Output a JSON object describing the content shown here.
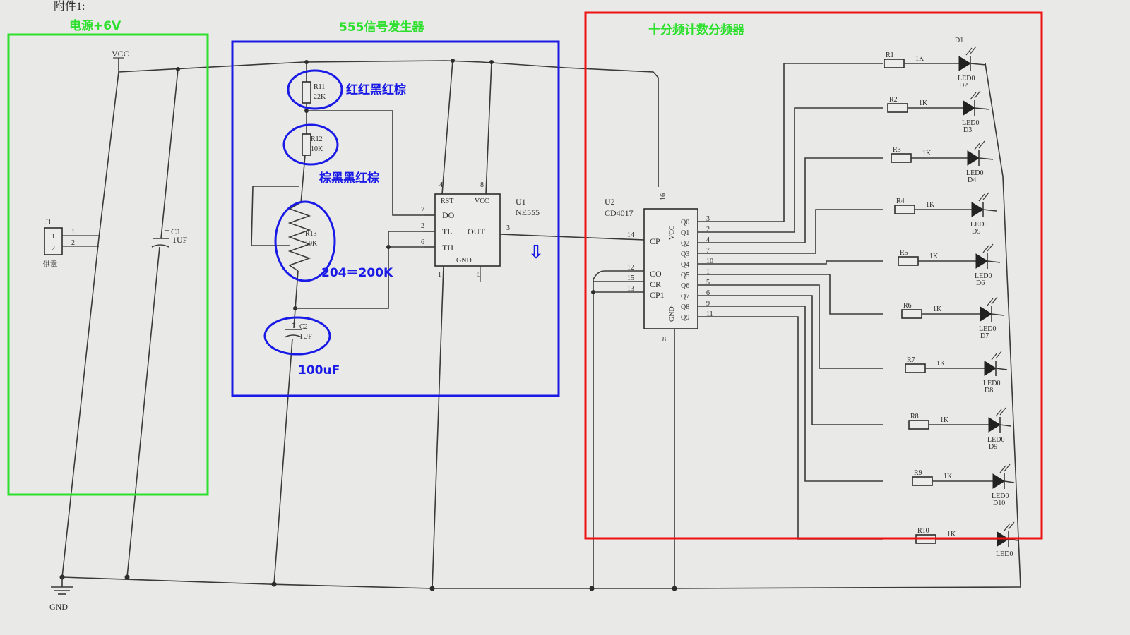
{
  "header": {
    "attachment": "附件1:"
  },
  "annotations": {
    "power": "电源+6V",
    "signal_generator": "555信号发生器",
    "divider": "十分频计数分频器",
    "r11_colors": "红红黑红棕",
    "r12_colors": "棕黑黑红棕",
    "r13_value": "204＝200K",
    "c2_value": "100uF",
    "arrow": "⇩"
  },
  "power": {
    "vcc": "VCC",
    "gnd": "GND",
    "j1_ref": "J1",
    "j1_name": "供電",
    "j1_pin1": "1",
    "j1_pin2": "2",
    "c1_ref": "C1",
    "c1_value": "1UF",
    "c1_plus": "+"
  },
  "timer": {
    "r11_ref": "R11",
    "r11_value": "22K",
    "r12_ref": "R12",
    "r12_value": "10K",
    "r13_ref": "R13",
    "r13_value": "50K",
    "c2_ref": "C2",
    "c2_value": "1UF",
    "c2_plus": "+",
    "u1_ref": "U1",
    "u1_part": "NE555",
    "pins": {
      "rst": "RST",
      "vcc": "VCC",
      "dis": "DO",
      "tr": "TL",
      "th": "TH",
      "out": "OUT",
      "gnd": "GND"
    },
    "pin_numbers": {
      "p4": "4",
      "p8": "8",
      "p7": "7",
      "p2": "2",
      "p6": "6",
      "p3": "3",
      "p1": "1",
      "p5": "5"
    }
  },
  "counter": {
    "u2_ref": "U2",
    "u2_part": "CD4017",
    "vcc": "VCC",
    "gnd": "GND",
    "cp": "CP",
    "co": "CO",
    "cr": "CR",
    "cp1": "CP1",
    "cp_pin": "14",
    "co_pin": "12",
    "cr_pin": "15",
    "cp1_pin": "13",
    "vcc_pin": "16",
    "gnd_pin": "8",
    "outputs": [
      {
        "q": "Q0",
        "pin": "3"
      },
      {
        "q": "Q1",
        "pin": "2"
      },
      {
        "q": "Q2",
        "pin": "4"
      },
      {
        "q": "Q3",
        "pin": "7"
      },
      {
        "q": "Q4",
        "pin": "10"
      },
      {
        "q": "Q5",
        "pin": "1"
      },
      {
        "q": "Q6",
        "pin": "5"
      },
      {
        "q": "Q7",
        "pin": "6"
      },
      {
        "q": "Q8",
        "pin": "9"
      },
      {
        "q": "Q9",
        "pin": "11"
      }
    ]
  },
  "leds": [
    {
      "r": "R1",
      "rv": "1K",
      "ref": "D1",
      "type": "LED0",
      "sub": "D2"
    },
    {
      "r": "R2",
      "rv": "1K",
      "ref": "",
      "type": "LED0",
      "sub": "D3"
    },
    {
      "r": "R3",
      "rv": "1K",
      "ref": "",
      "type": "LED0",
      "sub": "D4"
    },
    {
      "r": "R4",
      "rv": "1K",
      "ref": "",
      "type": "LED0",
      "sub": "D5"
    },
    {
      "r": "R5",
      "rv": "1K",
      "ref": "",
      "type": "LED0",
      "sub": "D6"
    },
    {
      "r": "R6",
      "rv": "1K",
      "ref": "",
      "type": "LED0",
      "sub": "D7"
    },
    {
      "r": "R7",
      "rv": "1K",
      "ref": "",
      "type": "LED0",
      "sub": "D8"
    },
    {
      "r": "R8",
      "rv": "1K",
      "ref": "",
      "type": "LED0",
      "sub": "D9"
    },
    {
      "r": "R9",
      "rv": "1K",
      "ref": "",
      "type": "LED0",
      "sub": "D10"
    },
    {
      "r": "R10",
      "rv": "1K",
      "ref": "",
      "type": "LED0",
      "sub": ""
    }
  ],
  "colors": {
    "green_box": "#2de02d",
    "blue_box": "#1a1ae6",
    "red_box": "#ee1111"
  }
}
